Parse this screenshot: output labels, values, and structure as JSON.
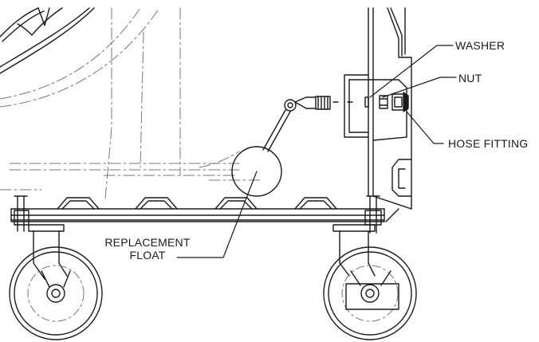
{
  "callouts": {
    "washer": "WASHER",
    "nut": "NUT",
    "hose_fitting": "HOSE FITTING",
    "replacement_float_line1": "REPLACEMENT",
    "replacement_float_line2": "FLOAT"
  },
  "colors": {
    "line": "#1a1a1a",
    "hidden_line": "#777777",
    "background": "#ffffff"
  }
}
